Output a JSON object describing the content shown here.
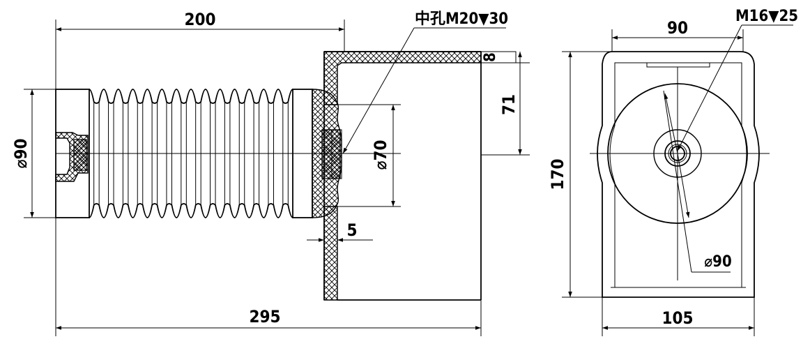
{
  "drawing": {
    "dimensions": {
      "top_length": "200",
      "total_length": "295",
      "left_diameter": "⌀90",
      "inner_diameter": "⌀70",
      "shell_height": "71",
      "wall_thickness_top": "8",
      "wall_thickness_bottom": "5",
      "center_hole": "中孔M20▼30",
      "side_width_top": "90",
      "side_width_bottom": "105",
      "side_height": "170",
      "side_thread": "M16▼25",
      "side_diameter": "⌀90"
    }
  }
}
